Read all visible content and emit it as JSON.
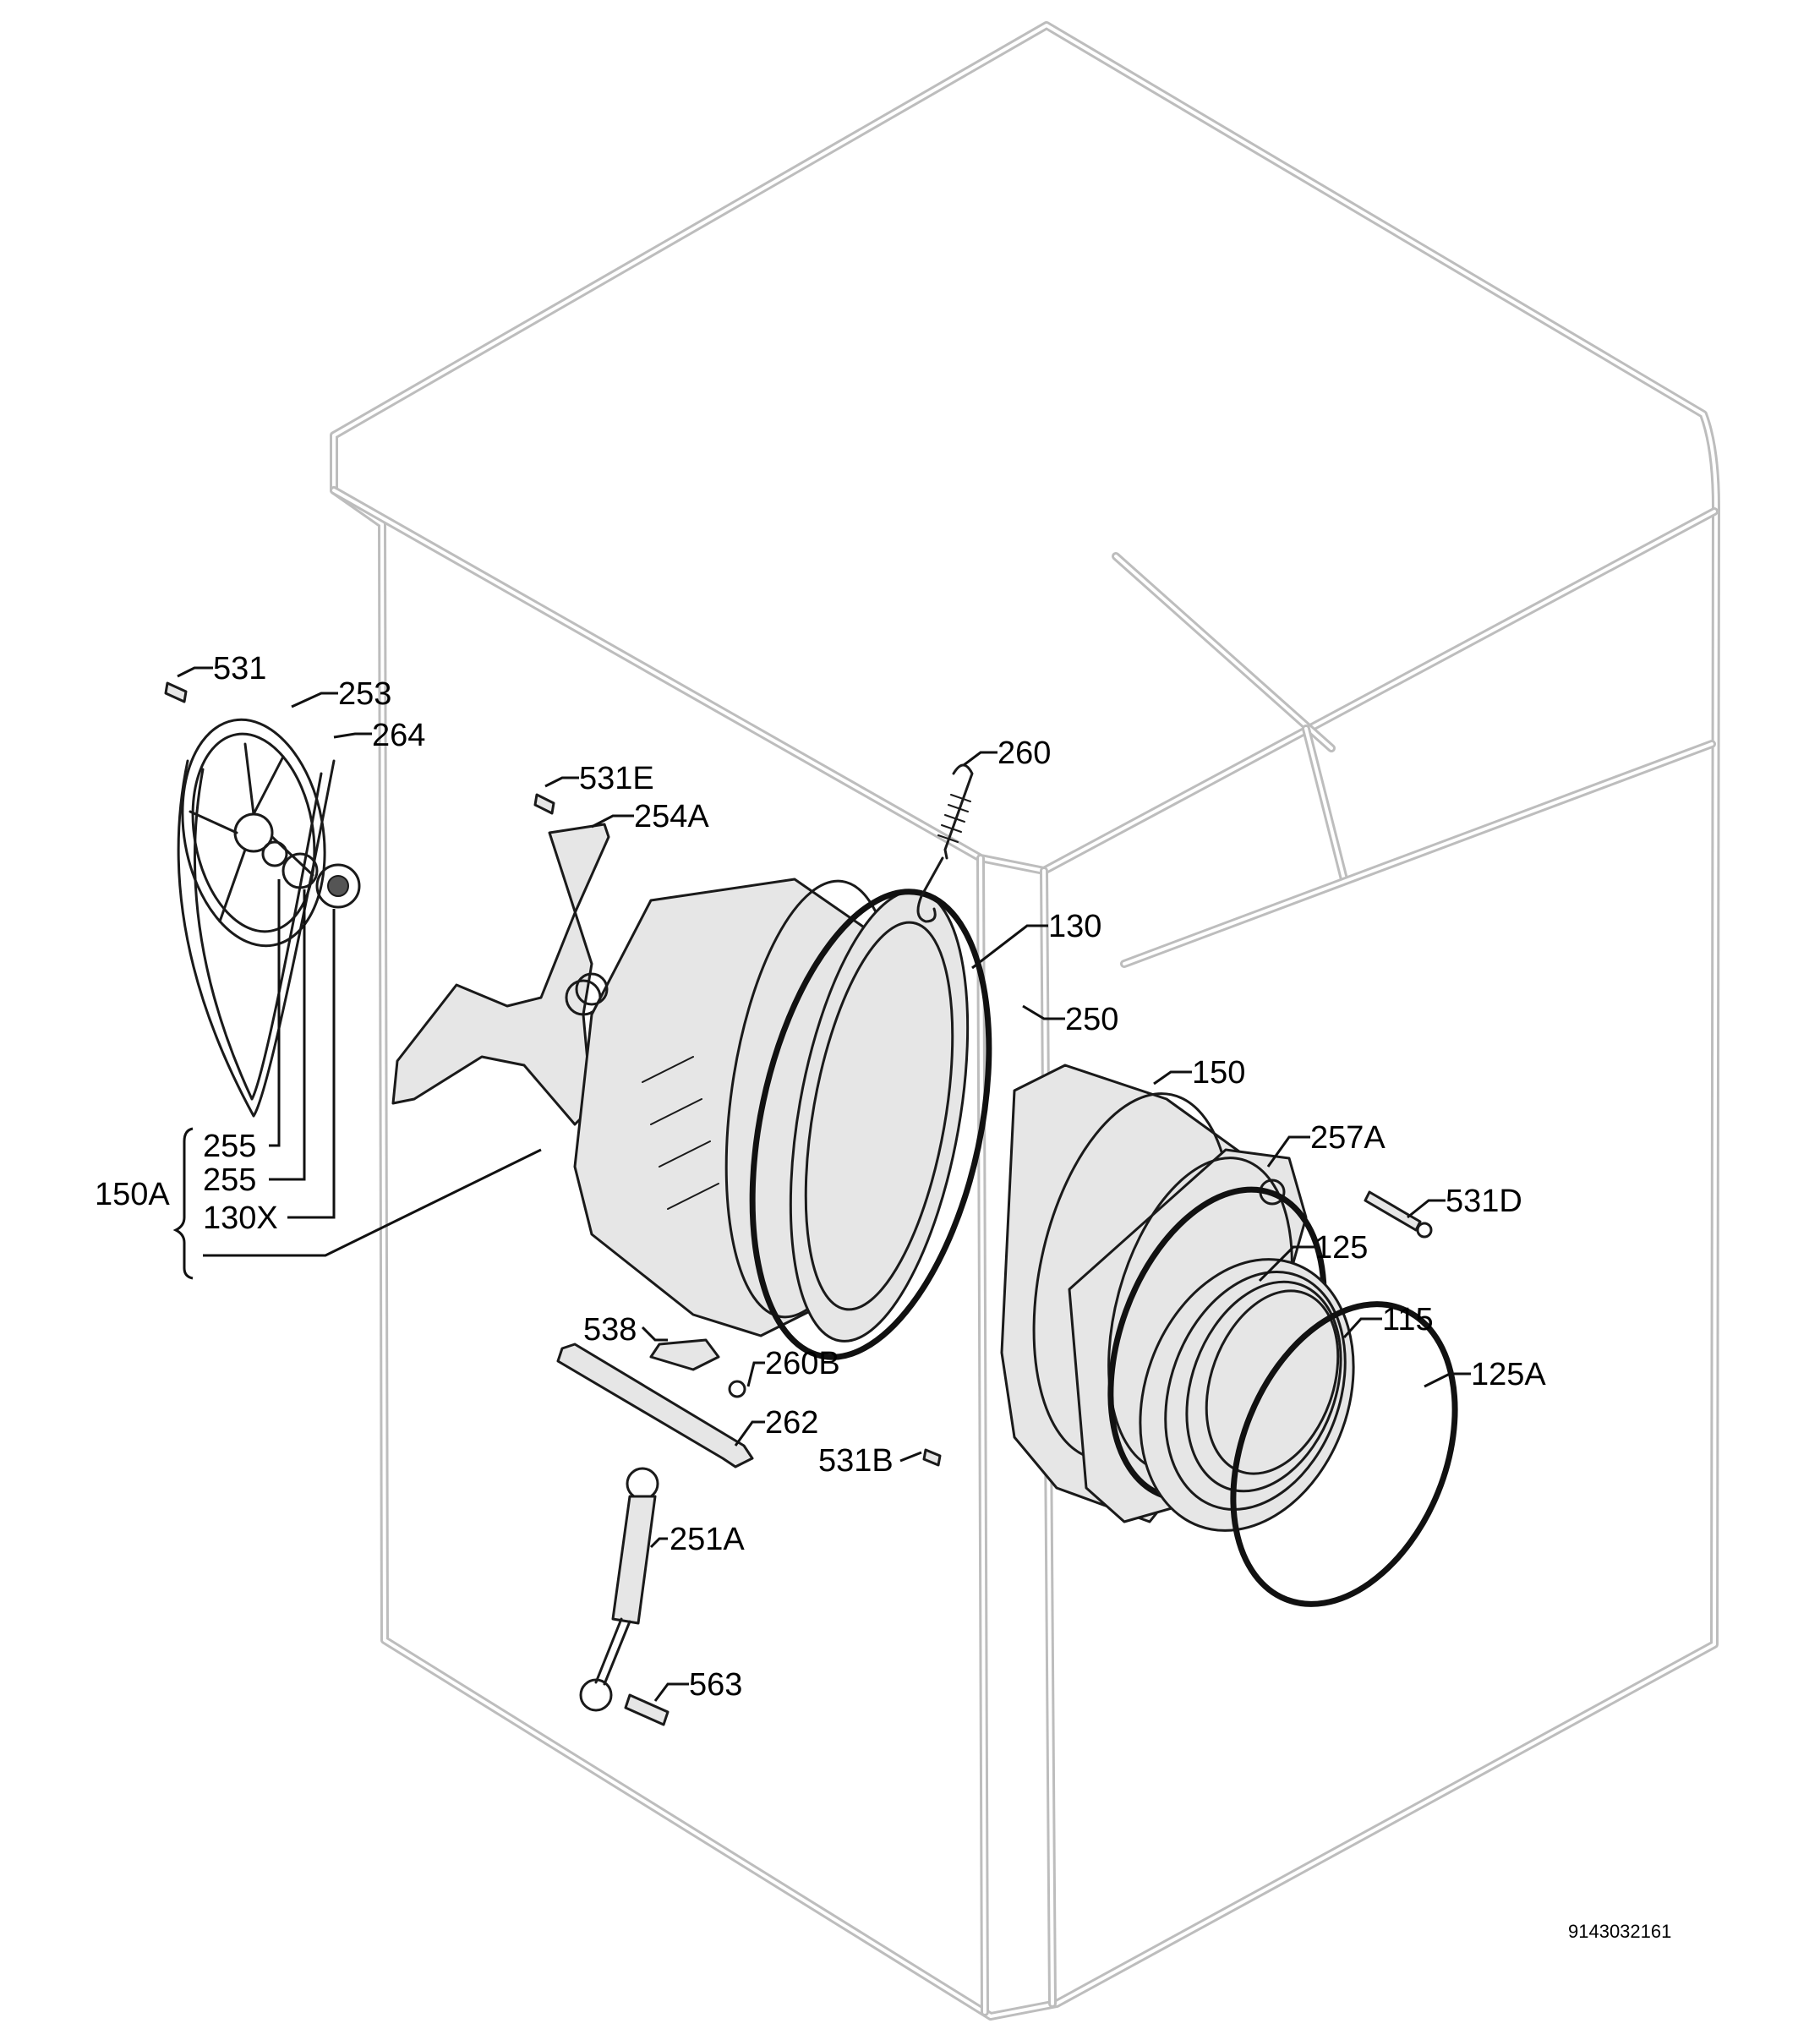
{
  "diagram": {
    "drawing_number": "9143032161",
    "parts": [
      {
        "id": "p531",
        "label": "531"
      },
      {
        "id": "p253",
        "label": "253"
      },
      {
        "id": "p264",
        "label": "264"
      },
      {
        "id": "p531E",
        "label": "531E"
      },
      {
        "id": "p254A",
        "label": "254A"
      },
      {
        "id": "p260",
        "label": "260"
      },
      {
        "id": "p130",
        "label": "130"
      },
      {
        "id": "p250",
        "label": "250"
      },
      {
        "id": "p150",
        "label": "150"
      },
      {
        "id": "p257A",
        "label": "257A"
      },
      {
        "id": "p531D",
        "label": "531D"
      },
      {
        "id": "p125",
        "label": "125"
      },
      {
        "id": "p115",
        "label": "115"
      },
      {
        "id": "p125A",
        "label": "125A"
      },
      {
        "id": "p255a",
        "label": "255"
      },
      {
        "id": "p255b",
        "label": "255"
      },
      {
        "id": "p150A",
        "label": "150A"
      },
      {
        "id": "p130X",
        "label": "130X"
      },
      {
        "id": "p538",
        "label": "538"
      },
      {
        "id": "p260B",
        "label": "260B"
      },
      {
        "id": "p262",
        "label": "262"
      },
      {
        "id": "p531B",
        "label": "531B"
      },
      {
        "id": "p251A",
        "label": "251A"
      },
      {
        "id": "p563",
        "label": "563"
      }
    ]
  }
}
